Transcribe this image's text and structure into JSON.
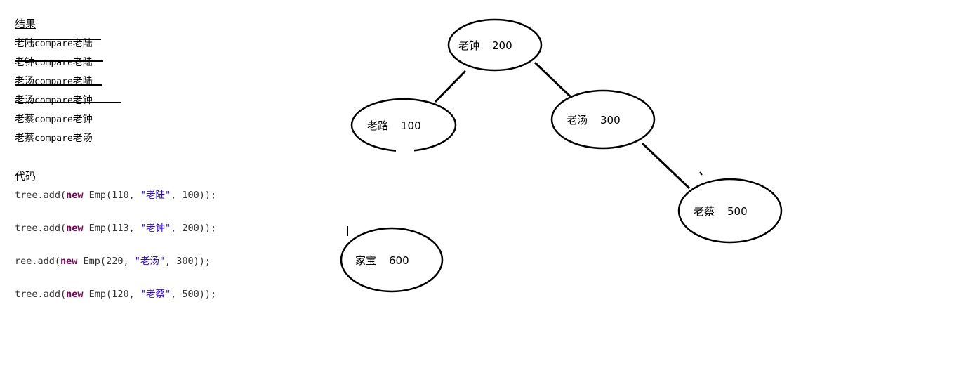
{
  "result": {
    "heading": "结果",
    "lines": [
      {
        "a": "老陆",
        "mid": "compare",
        "b": "老陆",
        "struck": true
      },
      {
        "a": "老钟",
        "mid": "compare",
        "b": "老陆",
        "struck": true
      },
      {
        "a": "老汤",
        "mid": "compare",
        "b": "老陆",
        "struck": true
      },
      {
        "a": "老汤",
        "mid": "compare",
        "b": "老钟",
        "struck": true
      },
      {
        "a": "老蔡",
        "mid": "compare",
        "b": "老钟",
        "struck": false
      },
      {
        "a": "老蔡",
        "mid": "compare",
        "b": "老汤",
        "struck": false
      }
    ]
  },
  "code": {
    "heading": "代码",
    "lines": [
      {
        "pre": "tree.add(",
        "kw": "new",
        "mid": " Emp(110, ",
        "str": "\"老陆\"",
        "post": ", 100));"
      },
      {
        "pre": "tree.add(",
        "kw": "new",
        "mid": " Emp(113, ",
        "str": "\"老钟\"",
        "post": ", 200));"
      },
      {
        "pre": "ree.add(",
        "kw": "new",
        "mid": " Emp(220, ",
        "str": "\"老汤\"",
        "post": ", 300));"
      },
      {
        "pre": "tree.add(",
        "kw": "new",
        "mid": " Emp(120, ",
        "str": "\"老蔡\"",
        "post": ", 500));"
      }
    ]
  },
  "tree": {
    "nodes": [
      {
        "id": "n200",
        "name": "老钟",
        "value": "200"
      },
      {
        "id": "n100",
        "name": "老路",
        "value": "100"
      },
      {
        "id": "n300",
        "name": "老汤",
        "value": "300"
      },
      {
        "id": "n500",
        "name": "老蔡",
        "value": "500"
      },
      {
        "id": "n600",
        "name": "家宝",
        "value": "600"
      }
    ],
    "edges": [
      {
        "from": "n200",
        "to": "n100"
      },
      {
        "from": "n200",
        "to": "n300"
      },
      {
        "from": "n300",
        "to": "n500"
      }
    ]
  }
}
